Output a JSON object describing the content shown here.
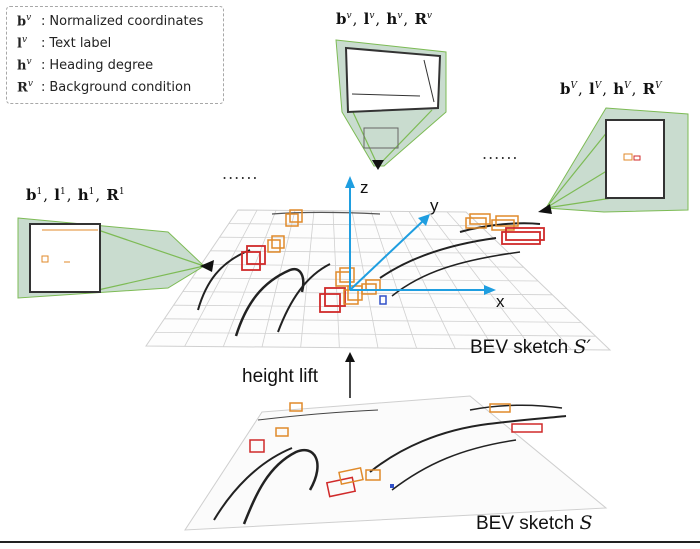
{
  "legend": {
    "items": [
      {
        "base": "b",
        "sup": "v",
        "label": "Normalized coordinates"
      },
      {
        "base": "l",
        "sup": "v",
        "label": "Text label"
      },
      {
        "base": "h",
        "sup": "v",
        "label": "Heading degree"
      },
      {
        "base": "R",
        "sup": "v",
        "label": "Background condition"
      }
    ],
    "colon": ":"
  },
  "cameras": {
    "left": {
      "symbols": [
        "b",
        "l",
        "h",
        "R"
      ],
      "sup": "1"
    },
    "top": {
      "symbols": [
        "b",
        "l",
        "h",
        "R"
      ],
      "sup": "v"
    },
    "right": {
      "symbols": [
        "b",
        "l",
        "h",
        "R"
      ],
      "sup": "V"
    }
  },
  "axes": {
    "x": "x",
    "y": "y",
    "z": "z"
  },
  "ellipsis": "......",
  "captions": {
    "upper_text": "BEV sketch ",
    "upper_symbol": "S′",
    "lift": "height lift",
    "lower_text": "BEV sketch ",
    "lower_symbol": "S"
  },
  "colors": {
    "frustum": "#c9dccf",
    "frustum_edge": "#7dbb55",
    "axis": "#1f9ee0",
    "box_orange": "#e08a2a",
    "box_red": "#d02a2a",
    "box_blue": "#3050c8",
    "road": "#222222",
    "grid": "#d0d0d0"
  }
}
